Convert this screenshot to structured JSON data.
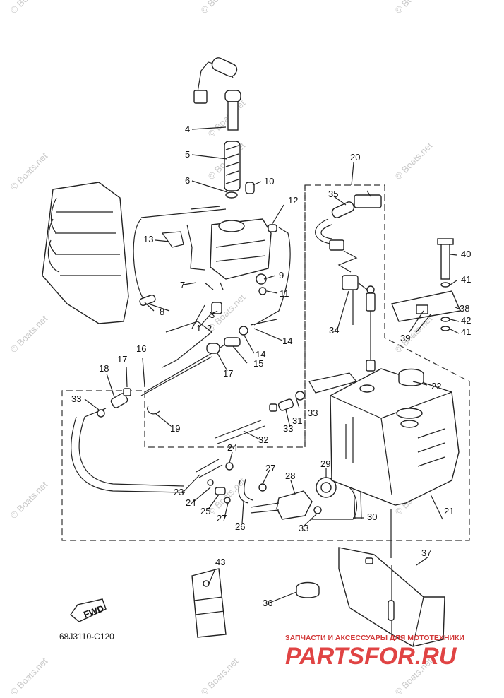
{
  "diagram": {
    "part_code": "68J3110-C120",
    "direction_badge": "FWD",
    "watermark": "© Boats.net",
    "callouts": [
      "1",
      "2",
      "3",
      "4",
      "5",
      "6",
      "7",
      "8",
      "9",
      "10",
      "11",
      "12",
      "13",
      "14",
      "14",
      "15",
      "16",
      "17",
      "17",
      "18",
      "19",
      "20",
      "21",
      "22",
      "23",
      "24",
      "24",
      "25",
      "26",
      "27",
      "27",
      "28",
      "29",
      "30",
      "31",
      "32",
      "33",
      "33",
      "33",
      "33",
      "34",
      "35",
      "36",
      "37",
      "38",
      "39",
      "40",
      "41",
      "41",
      "42",
      "43"
    ]
  },
  "branding": {
    "tagline": "ЗАПЧАСТИ И АКСЕССУАРЫ ДЛЯ МОТОТЕХНИКИ",
    "name": "PARTSFOR.RU"
  },
  "colors": {
    "brand_red": "#e04444",
    "line": "#222222",
    "watermark": "#c9c9c9"
  }
}
